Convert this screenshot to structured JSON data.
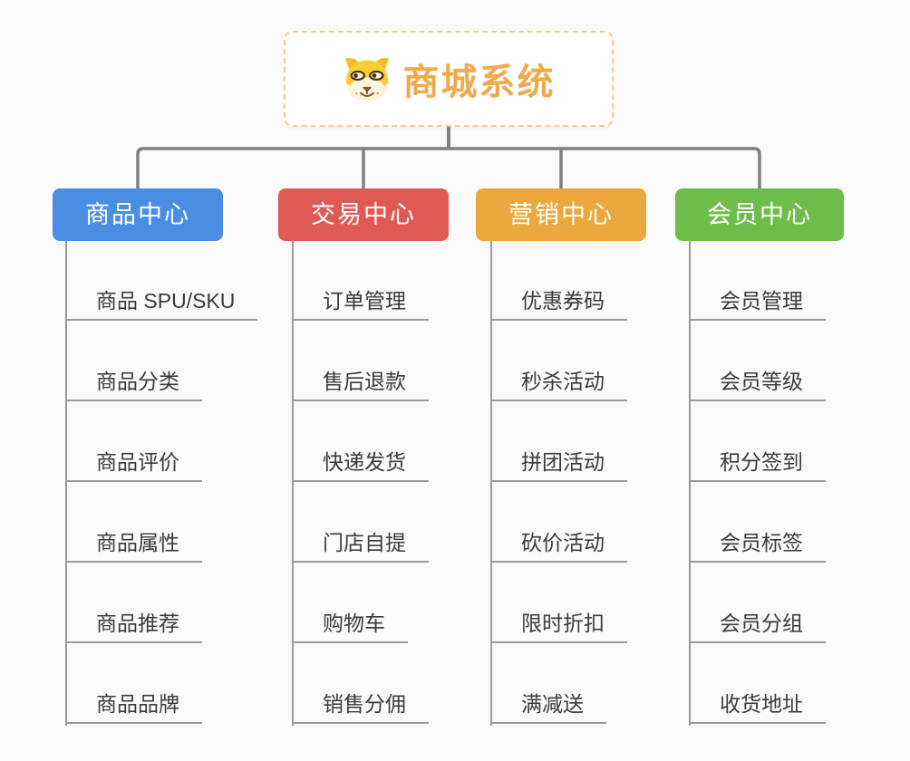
{
  "canvas": {
    "background": "#FAFAFA",
    "connector_color": "#7F7F7F",
    "sub_line_color": "#9A9A9A",
    "leaf_text_color": "#3B3B3B"
  },
  "root": {
    "title": "商城系统",
    "icon": "shiba-dog-icon",
    "text_color": "#F0A94C",
    "border_color": "#F5CD8F",
    "background": "#FFFFFF"
  },
  "branches": [
    {
      "label": "商品中心",
      "color": "#4A8EE3",
      "items": [
        "商品 SPU/SKU",
        "商品分类",
        "商品评价",
        "商品属性",
        "商品推荐",
        "商品品牌"
      ]
    },
    {
      "label": "交易中心",
      "color": "#E05A55",
      "items": [
        "订单管理",
        "售后退款",
        "快递发货",
        "门店自提",
        "购物车",
        "销售分佣"
      ]
    },
    {
      "label": "营销中心",
      "color": "#EAA83E",
      "items": [
        "优惠券码",
        "秒杀活动",
        "拼团活动",
        "砍价活动",
        "限时折扣",
        "满减送"
      ]
    },
    {
      "label": "会员中心",
      "color": "#6EBD4A",
      "items": [
        "会员管理",
        "会员等级",
        "积分签到",
        "会员标签",
        "会员分组",
        "收货地址"
      ]
    }
  ]
}
